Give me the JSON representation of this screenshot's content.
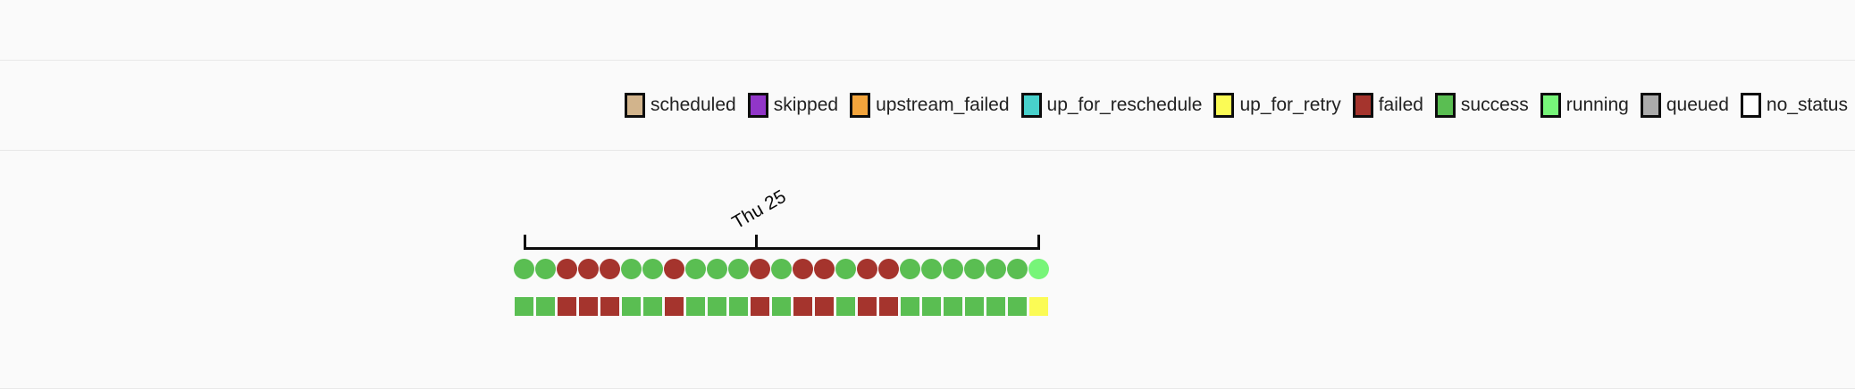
{
  "state_colors": {
    "scheduled": "#d2b48c",
    "skipped": "#9136c8",
    "upstream_failed": "#f2a43c",
    "up_for_reschedule": "#48d1cc",
    "up_for_retry": "#fbfb55",
    "failed": "#a5342d",
    "success": "#5abe52",
    "running": "#77f579",
    "queued": "#ababab",
    "no_status": "#ffffff"
  },
  "legend": {
    "items": [
      {
        "state": "scheduled",
        "label": "scheduled"
      },
      {
        "state": "skipped",
        "label": "skipped"
      },
      {
        "state": "upstream_failed",
        "label": "upstream_failed"
      },
      {
        "state": "up_for_reschedule",
        "label": "up_for_reschedule"
      },
      {
        "state": "up_for_retry",
        "label": "up_for_retry"
      },
      {
        "state": "failed",
        "label": "failed"
      },
      {
        "state": "success",
        "label": "success"
      },
      {
        "state": "running",
        "label": "running"
      },
      {
        "state": "queued",
        "label": "queued"
      },
      {
        "state": "no_status",
        "label": "no_status"
      }
    ]
  },
  "chart_data": {
    "type": "status-timeline",
    "axis_label": "Thu 25",
    "axis": {
      "tick_positions": [
        "start",
        "Thu 25",
        "end"
      ]
    },
    "dag_runs": [
      "success",
      "success",
      "failed",
      "failed",
      "failed",
      "success",
      "success",
      "failed",
      "success",
      "success",
      "success",
      "failed",
      "success",
      "failed",
      "failed",
      "success",
      "failed",
      "failed",
      "success",
      "success",
      "success",
      "success",
      "success",
      "success",
      "running"
    ],
    "task_instances": [
      "success",
      "success",
      "failed",
      "failed",
      "failed",
      "success",
      "success",
      "failed",
      "success",
      "success",
      "success",
      "failed",
      "success",
      "failed",
      "failed",
      "success",
      "failed",
      "failed",
      "success",
      "success",
      "success",
      "success",
      "success",
      "success",
      "up_for_retry"
    ]
  }
}
